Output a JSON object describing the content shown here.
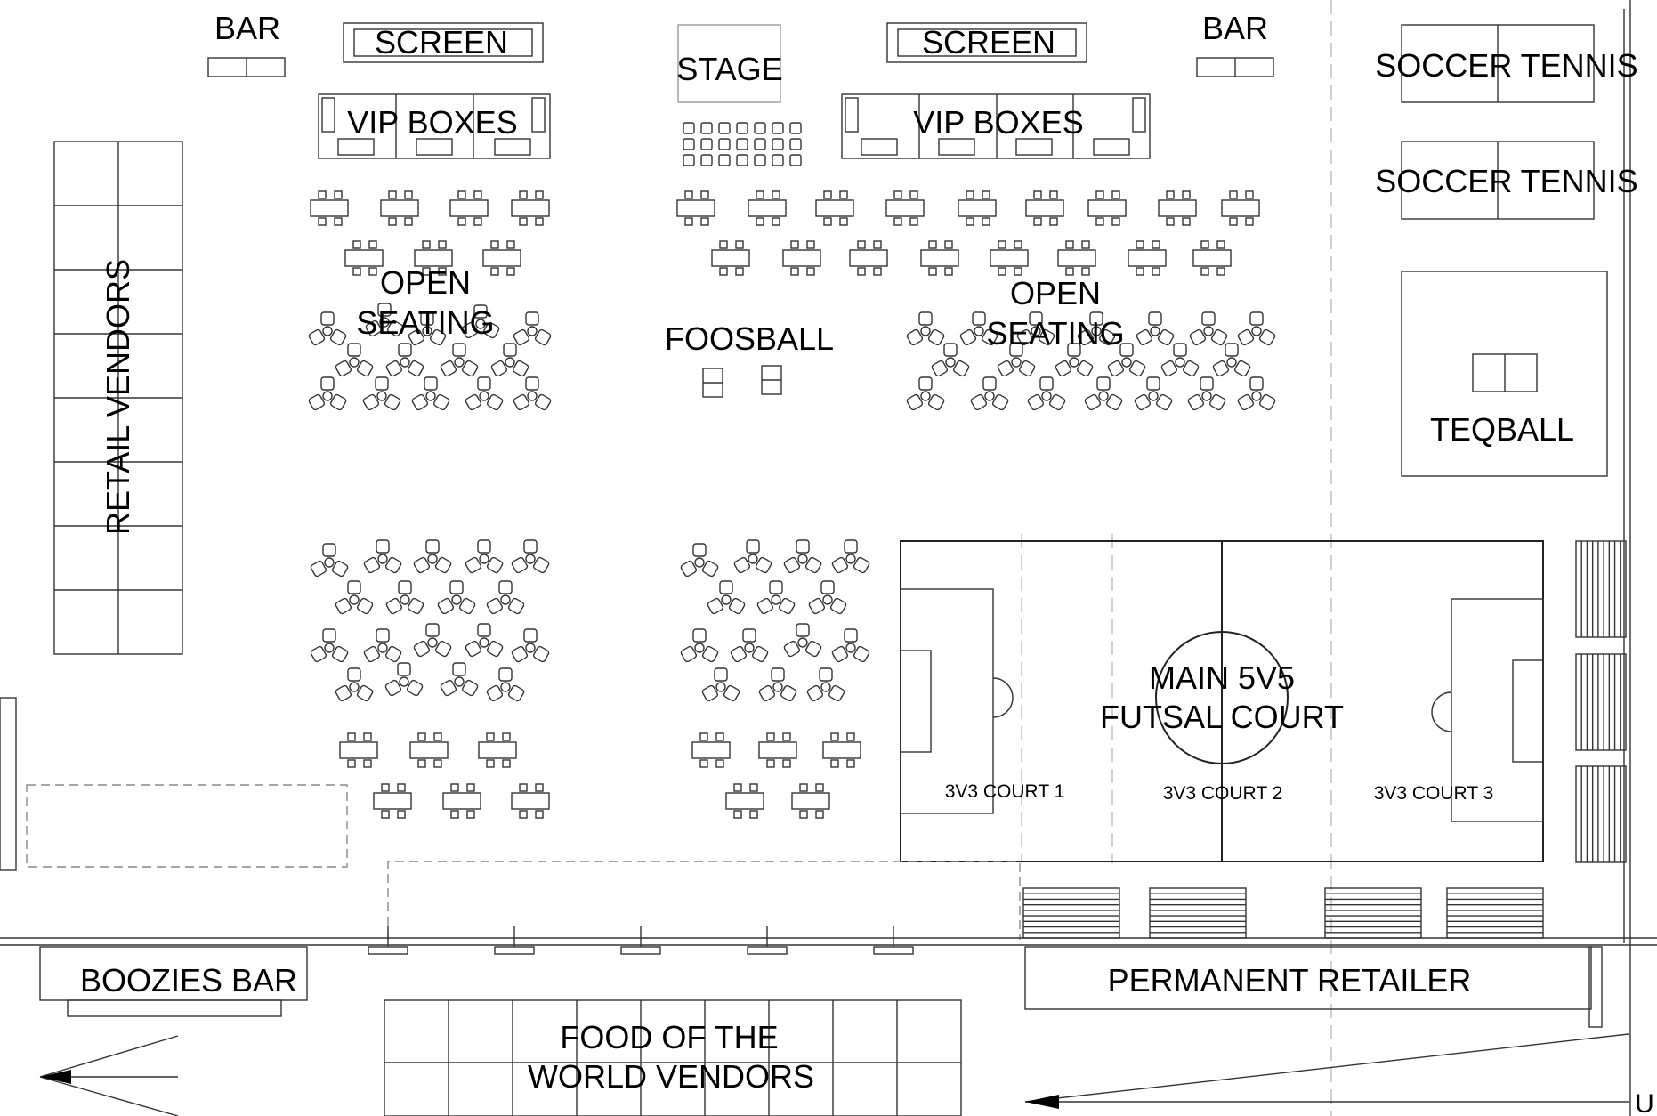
{
  "labels": {
    "bar_left": "BAR",
    "bar_right": "BAR",
    "screen_left": "SCREEN",
    "screen_right": "SCREEN",
    "stage": "STAGE",
    "vip_left": "VIP BOXES",
    "vip_right": "VIP BOXES",
    "soccer_tennis_1": "SOCCER TENNIS",
    "soccer_tennis_2": "SOCCER TENNIS",
    "teqball": "TEQBALL",
    "retail_vendors": "RETAIL VENDORS",
    "open_left_1": "OPEN",
    "open_left_2": "SEATING",
    "open_right_1": "OPEN",
    "open_right_2": "SEATING",
    "foosball": "FOOSBALL",
    "futsal_1": "MAIN 5V5",
    "futsal_2": "FUTSAL COURT",
    "court1": "3V3 COURT 1",
    "court2": "3V3 COURT 2",
    "court3": "3V3 COURT 3",
    "boozies": "BOOZIES BAR",
    "permanent": "PERMANENT RETAILER",
    "food_1": "FOOD OF THE",
    "food_2": "WORLD VENDORS",
    "edge_letter": "U"
  }
}
